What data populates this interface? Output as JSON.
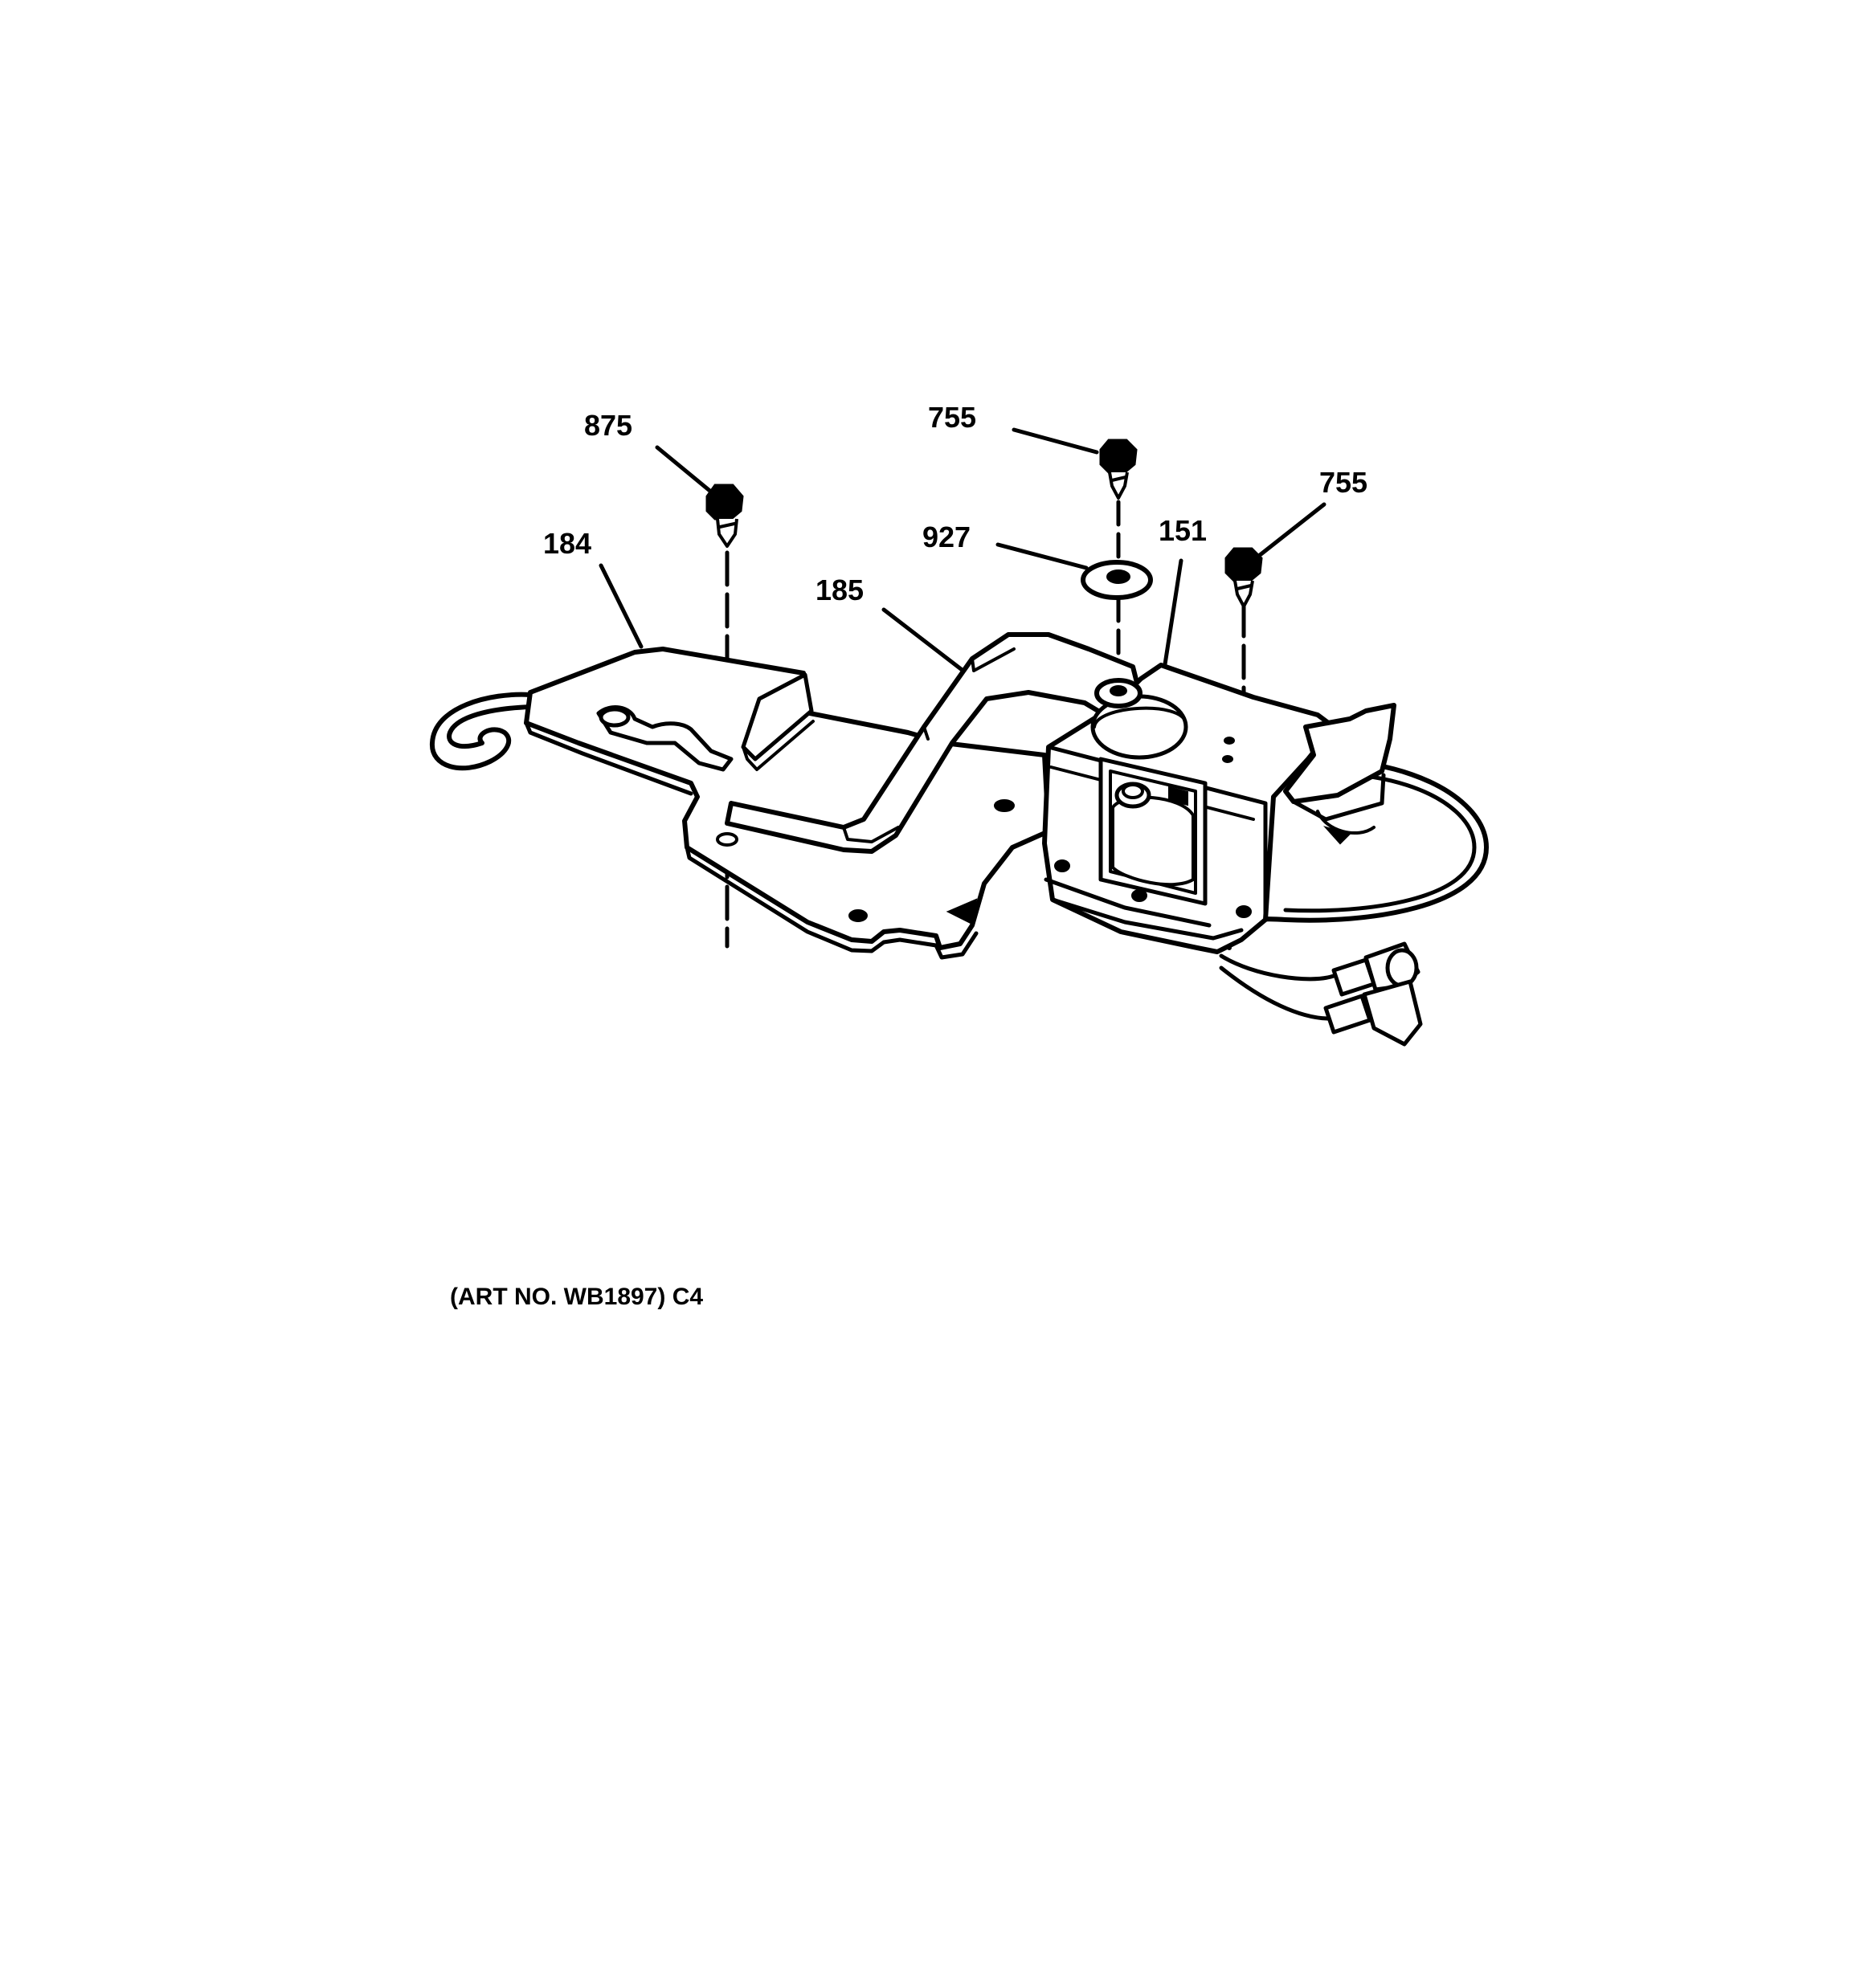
{
  "diagram": {
    "callouts": [
      {
        "id": "c875",
        "text": "875"
      },
      {
        "id": "c755a",
        "text": "755"
      },
      {
        "id": "c755b",
        "text": "755"
      },
      {
        "id": "c927",
        "text": "927"
      },
      {
        "id": "c151",
        "text": "151"
      },
      {
        "id": "c184",
        "text": "184"
      },
      {
        "id": "c185",
        "text": "185"
      }
    ],
    "art_number": "(ART NO. WB1897) C4"
  },
  "colors": {
    "ink": "#000000",
    "paper": "#ffffff"
  }
}
